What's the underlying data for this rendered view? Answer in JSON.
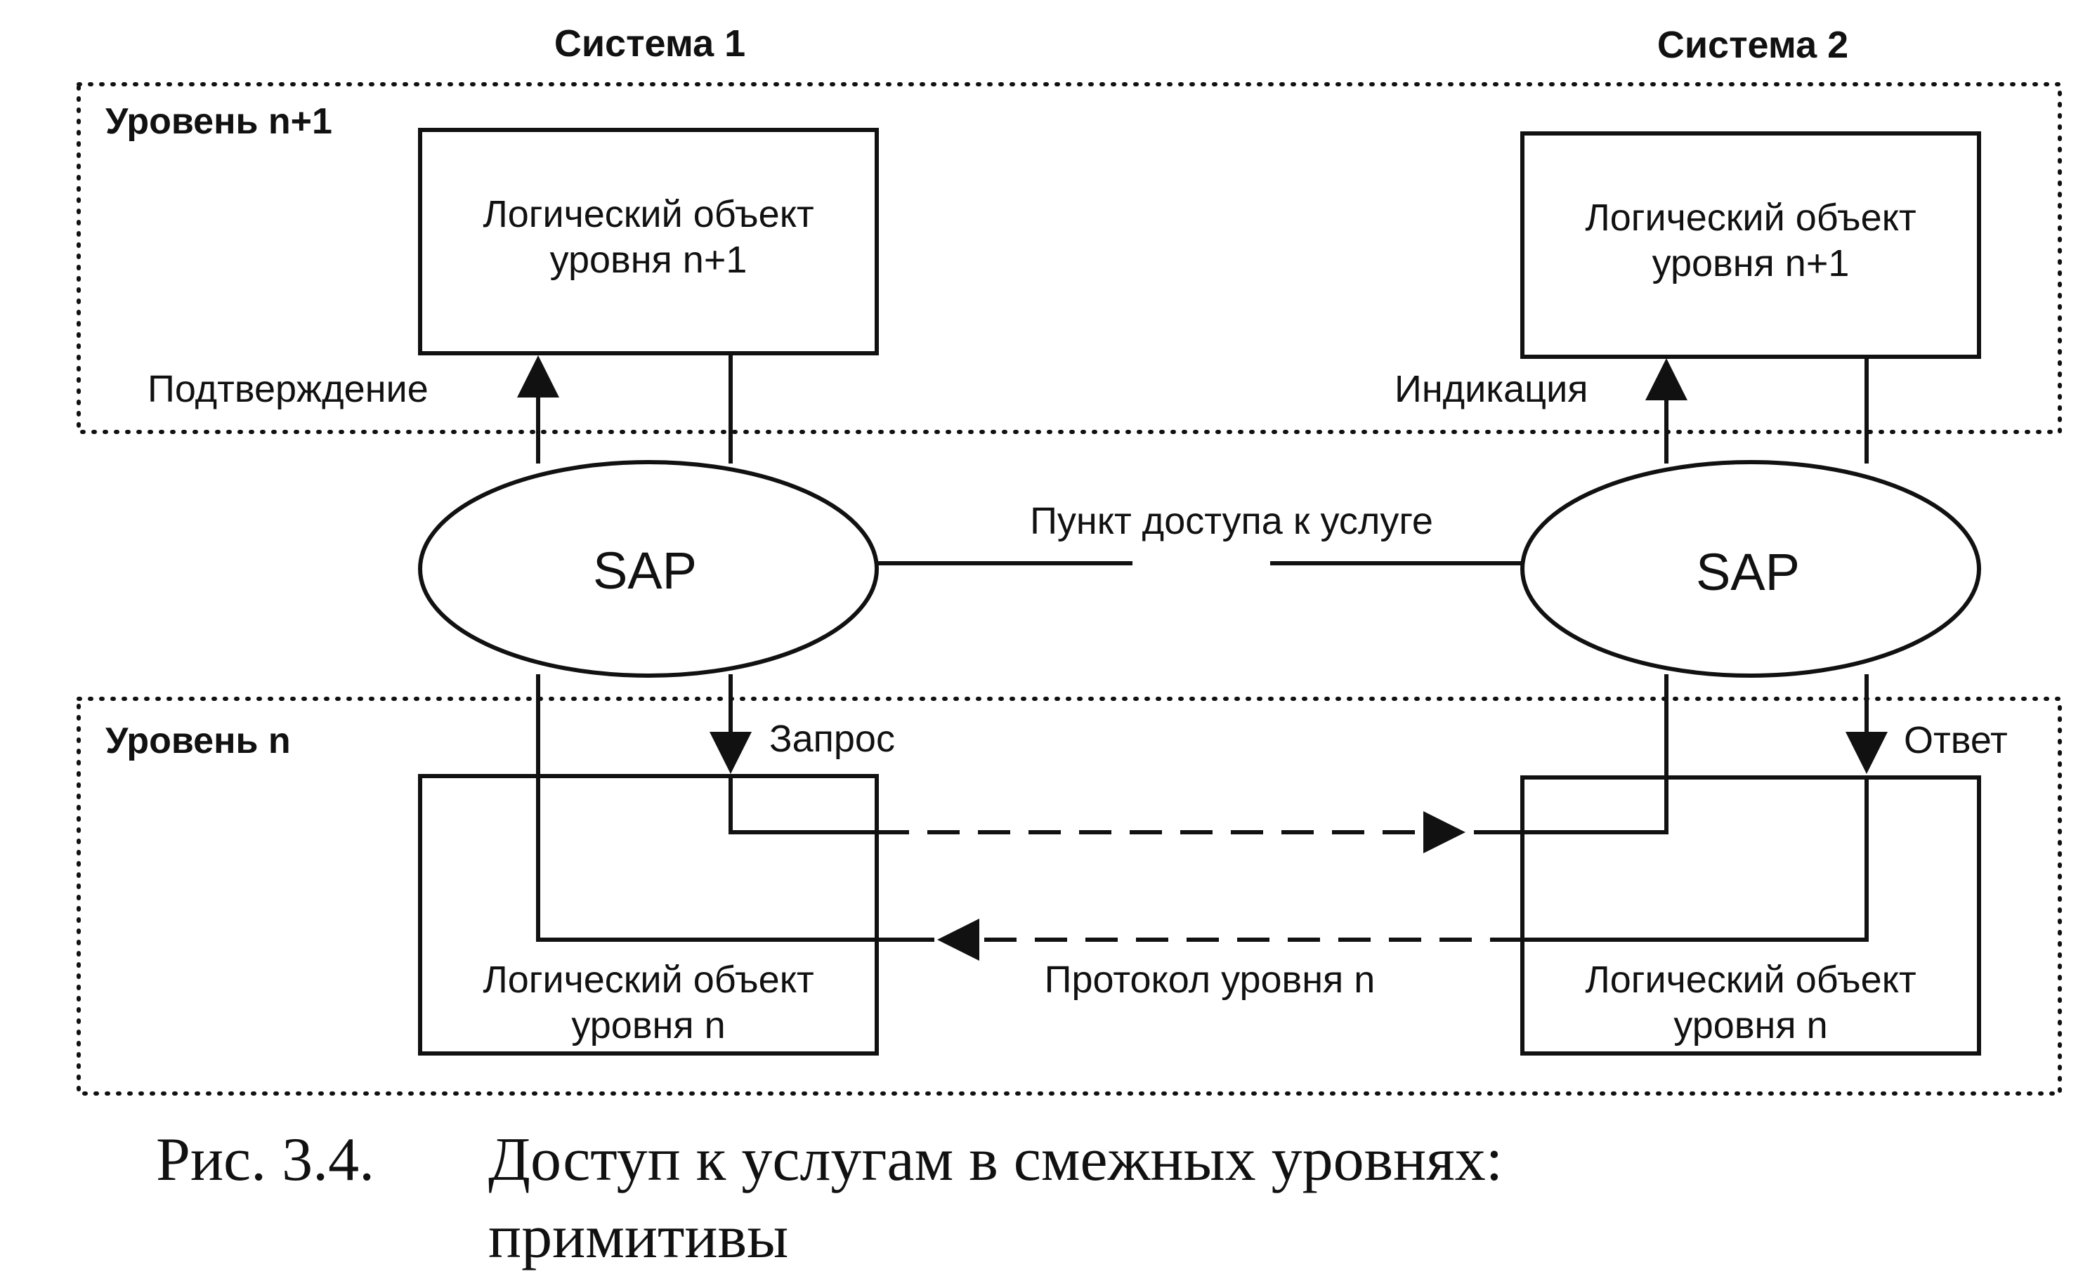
{
  "systems": {
    "system1": "Система 1",
    "system2": "Система 2"
  },
  "levels": {
    "upper": "Уровень n+1",
    "lower": "Уровень n"
  },
  "entities": {
    "upper_left": [
      "Логический объект",
      "уровня n+1"
    ],
    "upper_right": [
      "Логический объект",
      "уровня n+1"
    ],
    "lower_left": [
      "Логический объект",
      "уровня n"
    ],
    "lower_right": [
      "Логический объект",
      "уровня n"
    ]
  },
  "sap": {
    "left": "SAP",
    "right": "SAP",
    "label": "Пункт доступа к услуге"
  },
  "primitives": {
    "confirm": "Подтверждение",
    "indication": "Индикация",
    "request": "Запрос",
    "response": "Ответ"
  },
  "protocol_label": "Протокол уровня n",
  "caption": {
    "number": "Рис. 3.4.",
    "line1": "Доступ к услугам в смежных уровнях:",
    "line2": "примитивы"
  }
}
